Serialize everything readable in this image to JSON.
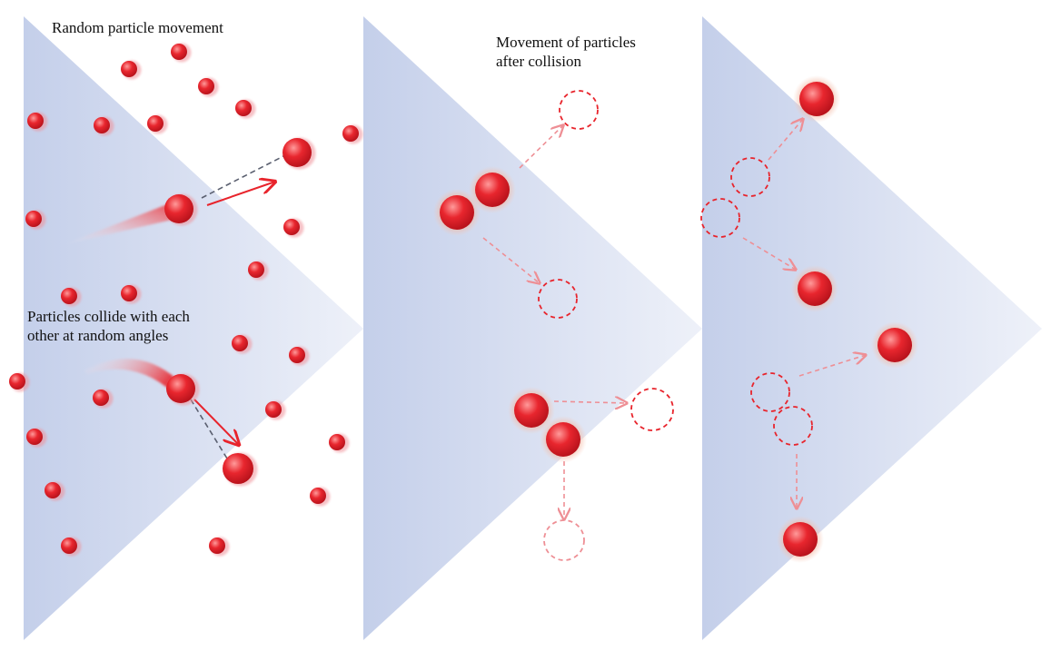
{
  "labels": {
    "random_movement": "Random particle movement",
    "after_collision": "Movement of particles\nafter collision",
    "collide": "Particles collide with each\nother at random angles"
  },
  "colors": {
    "panel_fill_left": "#c9d3ec",
    "panel_fill_right": "#e9edf8",
    "particle_core": "#e0202a",
    "particle_light": "#ff8a8a",
    "particle_halo": "#f0b39e",
    "arrow_red": "#e8242c",
    "arrow_pink": "#ee8f95",
    "dashed_circle": "#e8242c",
    "trajectory_gray": "#5b6070"
  },
  "icons": [
    "triangular-panel",
    "particle",
    "ghost-particle",
    "motion-trail",
    "trajectory-arrow"
  ]
}
